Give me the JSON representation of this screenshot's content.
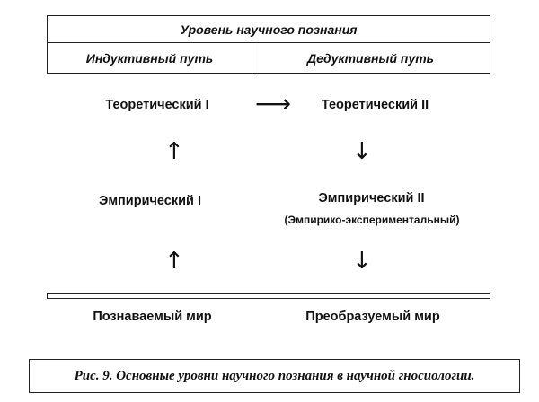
{
  "header": {
    "title": "Уровень научного познания",
    "left_column": "Индуктивный путь",
    "right_column": "Дедуктивный путь"
  },
  "levels": {
    "theoretical_1": "Теоретический I",
    "theoretical_2": "Теоретический II",
    "empirical_1": "Эмпирический I",
    "empirical_2": "Эмпирический II",
    "empirical_2_note": "(Эмпирико-экспериментальный)"
  },
  "arrows": {
    "right": "⟶",
    "up": "↑",
    "down": "↓"
  },
  "worlds": {
    "cognized": "Познаваемый мир",
    "transformed": "Преобразуемый мир"
  },
  "caption": "Рис. 9. Основные уровни научного познания в научной гносиологии."
}
